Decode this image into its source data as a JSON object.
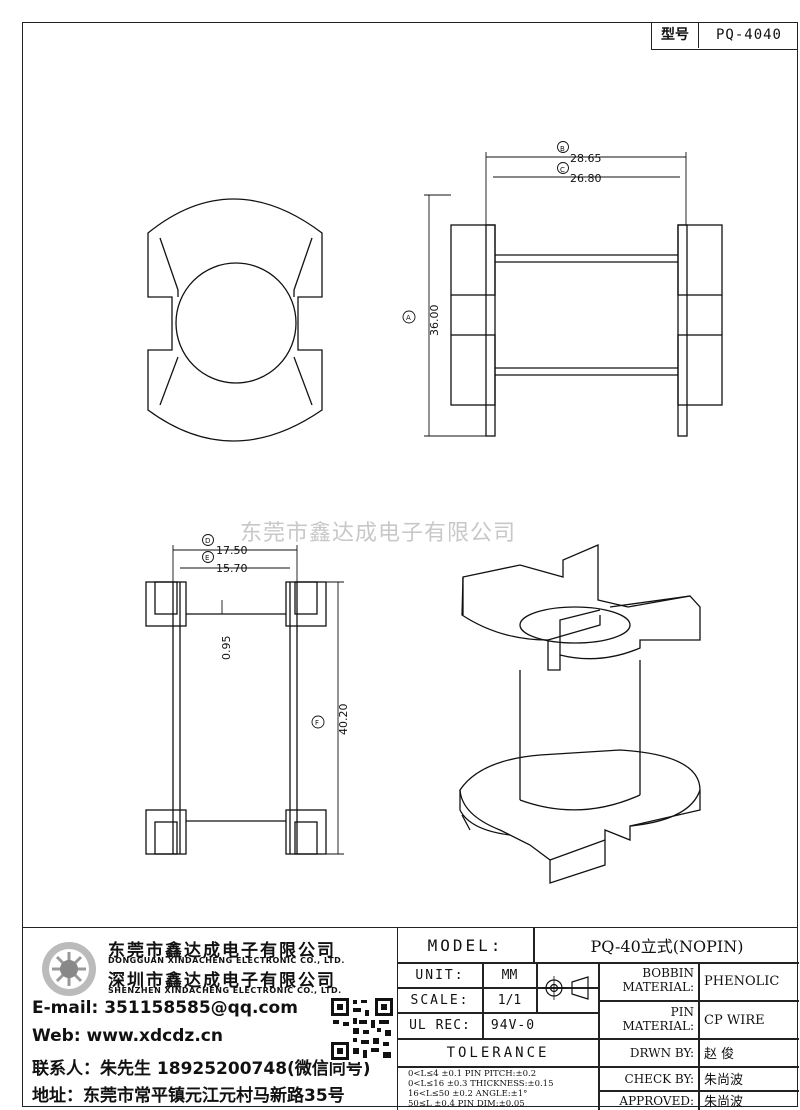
{
  "header": {
    "type_label": "型号",
    "part_no": "PQ-4040"
  },
  "dimensions": {
    "b": "B",
    "b_val": "28.65",
    "c": "C",
    "c_val": "26.80",
    "a": "A",
    "a_val": "36.00",
    "d": "D",
    "d_val": "17.50",
    "e": "E",
    "e_val": "15.70",
    "thk": "0.95",
    "f": "F",
    "f_val": "40.20"
  },
  "watermark": "东莞市鑫达成电子有限公司",
  "company": {
    "name_cn_1": "东莞市鑫达成电子有限公司",
    "name_en_1": "DONGGUAN XINDACHENG ELECTRONIC CO., LTD.",
    "name_cn_2": "深圳市鑫达成电子有限公司",
    "name_en_2": "SHENZHEN XINDACHENG ELECTRONIC CO., LTD.",
    "email": "E-mail: 351158585@qq.com",
    "web": "Web: www.xdcdz.cn",
    "contact": "联系人：朱先生 18925200748(微信同号)",
    "address": "地址：东莞市常平镇元江元村马新路35号"
  },
  "title_block": {
    "model_label": "MODEL:",
    "model_value": "PQ-40立式(NOPIN)",
    "unit_label": "UNIT:",
    "unit_value": "MM",
    "scale_label": "SCALE:",
    "scale_value": "1/1",
    "ulrec_label": "UL REC:",
    "ulrec_value": "94V-0",
    "tolerance_label": "TOLERANCE",
    "bobbin_label_1": "BOBBIN",
    "bobbin_label_2": "MATERIAL:",
    "bobbin_value": "PHENOLIC",
    "pin_label_1": "PIN",
    "pin_label_2": "MATERIAL:",
    "pin_value": "CP WIRE",
    "drawn_label": "DRWN BY:",
    "drawn_value": "赵 俊",
    "check_label": "CHECK BY:",
    "check_value": "朱尚波",
    "approved_label": "APPROVED:",
    "approved_value": "朱尚波",
    "tol_rows": [
      "0<L≤4    ±0.1   PIN PITCH:±0.2",
      "0<L≤16   ±0.3   THICKNESS:±0.15",
      "16<L≤50  ±0.2   ANGLE:±1°",
      "50≤L     ±0.4   PIN DIM:±0.05"
    ]
  }
}
